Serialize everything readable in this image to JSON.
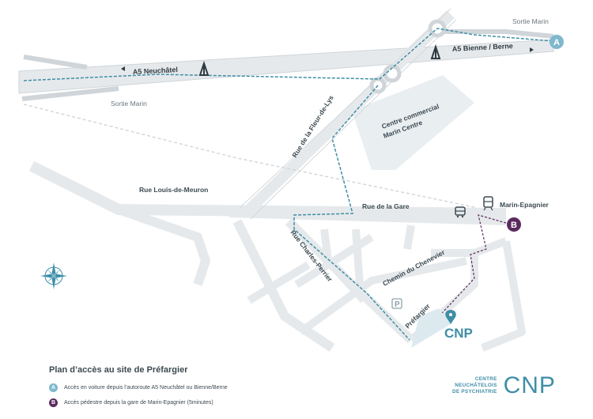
{
  "colors": {
    "road": "#e6e9eb",
    "road_edge": "#cfd5d9",
    "route_car": "#3f8ea7",
    "route_foot": "#5a2a5e",
    "marker_a": "#7fb8cc",
    "marker_b": "#5a2a5e",
    "label": "#3c4a52"
  },
  "map": {
    "highway_west": "A5 Neuchâtel",
    "highway_east": "A5 Bienne / Berne",
    "exit_north": "Sortie Marin",
    "exit_south": "Sortie Marin",
    "streets": {
      "fleur_de_lys": "Rue de la Fleur-de-Lys",
      "louis_de_meuron": "Rue Louis-de-Meuron",
      "gare": "Rue de la Gare",
      "charles_perrier": "Rue Charles-Perrier",
      "chenevier": "Chemin du Chenevier",
      "prefargier": "Préfargier"
    },
    "mall": {
      "line1": "Centre commercial",
      "line2": "Marin Centre"
    },
    "station": "Marin-Epagnier",
    "parking_symbol": "P",
    "destination": "CNP",
    "markers": {
      "a": "A",
      "b": "B"
    },
    "icons": [
      "motorway-icon",
      "train-icon",
      "bus-icon",
      "parking-icon",
      "location-pin-icon",
      "compass-rose-icon"
    ]
  },
  "legend": {
    "title": "Plan d’accès au site de Préfargier",
    "items": [
      {
        "badge": "A",
        "text": "Accès en voiture depuis l’autoroute A5 Neuchâtel ou Bienne/Berne"
      },
      {
        "badge": "B",
        "text": "Accès pédestre depuis la gare de Marin-Epagnier (5minutes)"
      }
    ]
  },
  "logo": {
    "line1": "CENTRE",
    "line2": "NEUCHÂTELOIS",
    "line3": "DE PSYCHIATRIE",
    "mark": "CNP"
  }
}
